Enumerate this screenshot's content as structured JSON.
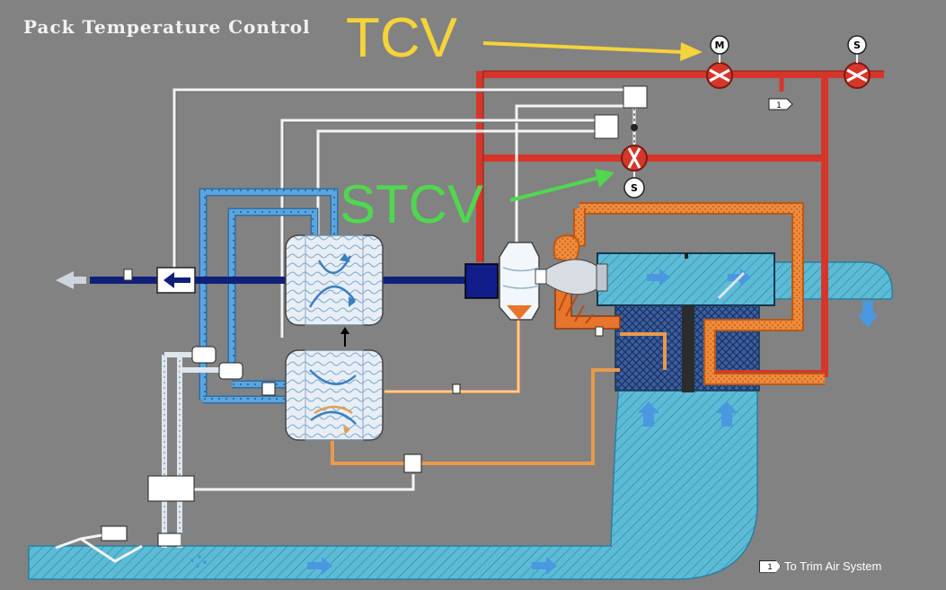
{
  "title": "Pack Temperature Control",
  "annotations": {
    "tcv": "TCV",
    "stcv": "STCV"
  },
  "valve_markers": {
    "tcv_motor": "M",
    "tcv_sensor": "S",
    "stcv_sensor": "S",
    "trim_tag": "1"
  },
  "legend": {
    "tag": "1",
    "text": "To Trim Air System"
  },
  "colors": {
    "background": "#828282",
    "hot_duct": "#d6362a",
    "cold_duct": "#4a9fd8",
    "ram_air": "#5cbcd6",
    "warm_line": "#e99a4a",
    "sense_line": "#f4f4f4",
    "compressor_fill": "#f08b3c",
    "tcv_label": "#f5d33a",
    "stcv_label": "#4fd84f"
  }
}
